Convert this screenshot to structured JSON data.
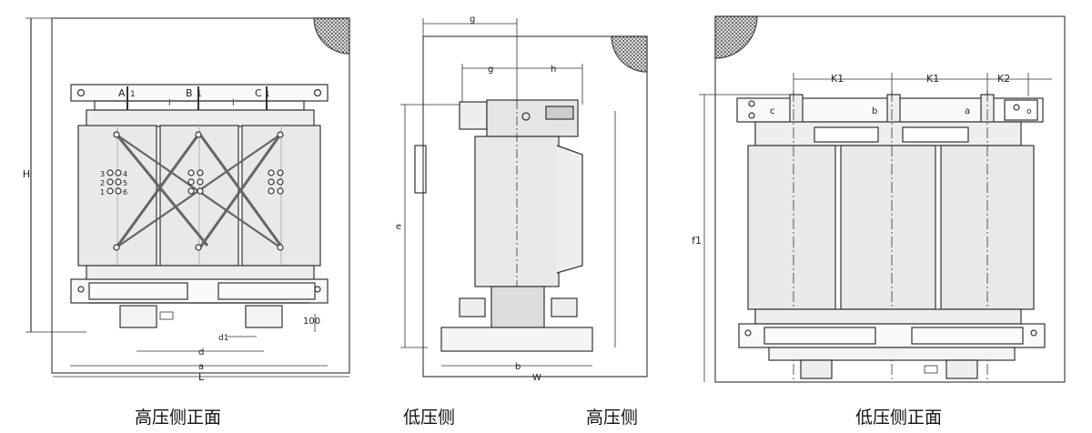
{
  "captions": {
    "hv_front": "高压侧正面",
    "lv_side": "低压侧",
    "hv_side": "高压侧",
    "lv_front": "低压侧正面"
  },
  "front_view": {
    "dims": {
      "height": "H",
      "length": "L",
      "width_a": "a",
      "width_d": "d",
      "d1": "d1",
      "base_h": "100"
    },
    "terminals": [
      "A",
      "B",
      "C"
    ],
    "terminal_suffix": [
      "1",
      "1",
      "1"
    ],
    "tap_numbers_left": [
      "3",
      "2",
      "1"
    ],
    "tap_numbers_right": [
      "4",
      "5",
      "6"
    ],
    "inter_phase": "i"
  },
  "side_view": {
    "dims": {
      "g": "g",
      "gg": "g",
      "h": "h",
      "e": "e",
      "b": "b",
      "w": "W"
    }
  },
  "rear_view": {
    "dims": {
      "k1a": "K1",
      "k1b": "K1",
      "k2": "K2",
      "f": "f1"
    },
    "phases": [
      "c",
      "b",
      "a"
    ],
    "neutral": "o"
  }
}
